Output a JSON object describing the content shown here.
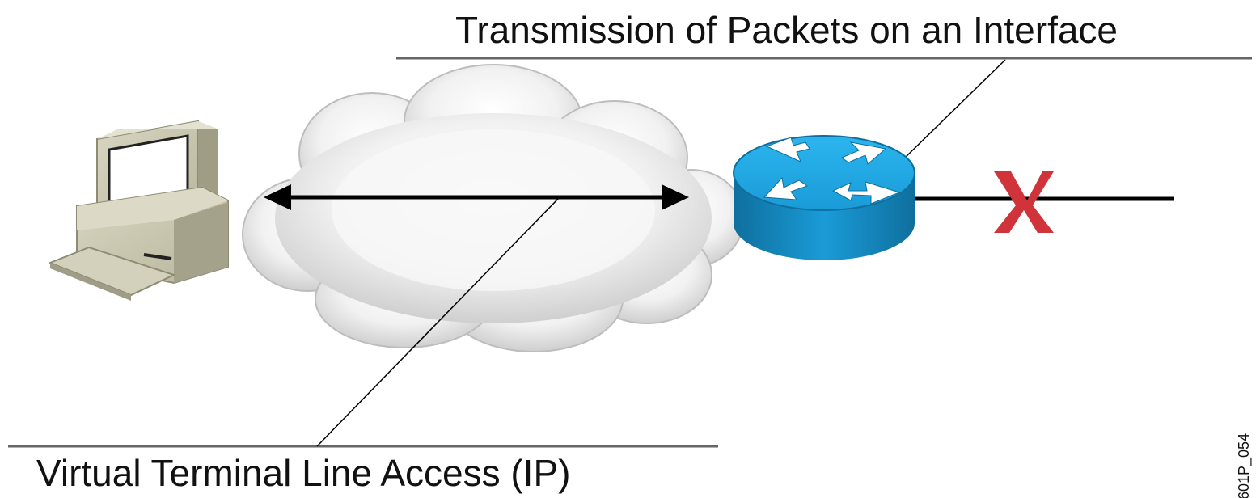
{
  "labels": {
    "top": "Transmission of Packets on an Interface",
    "bottom": "Virtual Terminal Line Access (IP)",
    "figure_id": "601P_054"
  },
  "icons": {
    "computer": "workstation-icon",
    "cloud": "network-cloud-icon",
    "router": "router-icon",
    "fail": "x-mark-icon"
  },
  "colors": {
    "router": "#1a9bd7",
    "x_mark": "#d0343a",
    "lines": "#000000"
  }
}
